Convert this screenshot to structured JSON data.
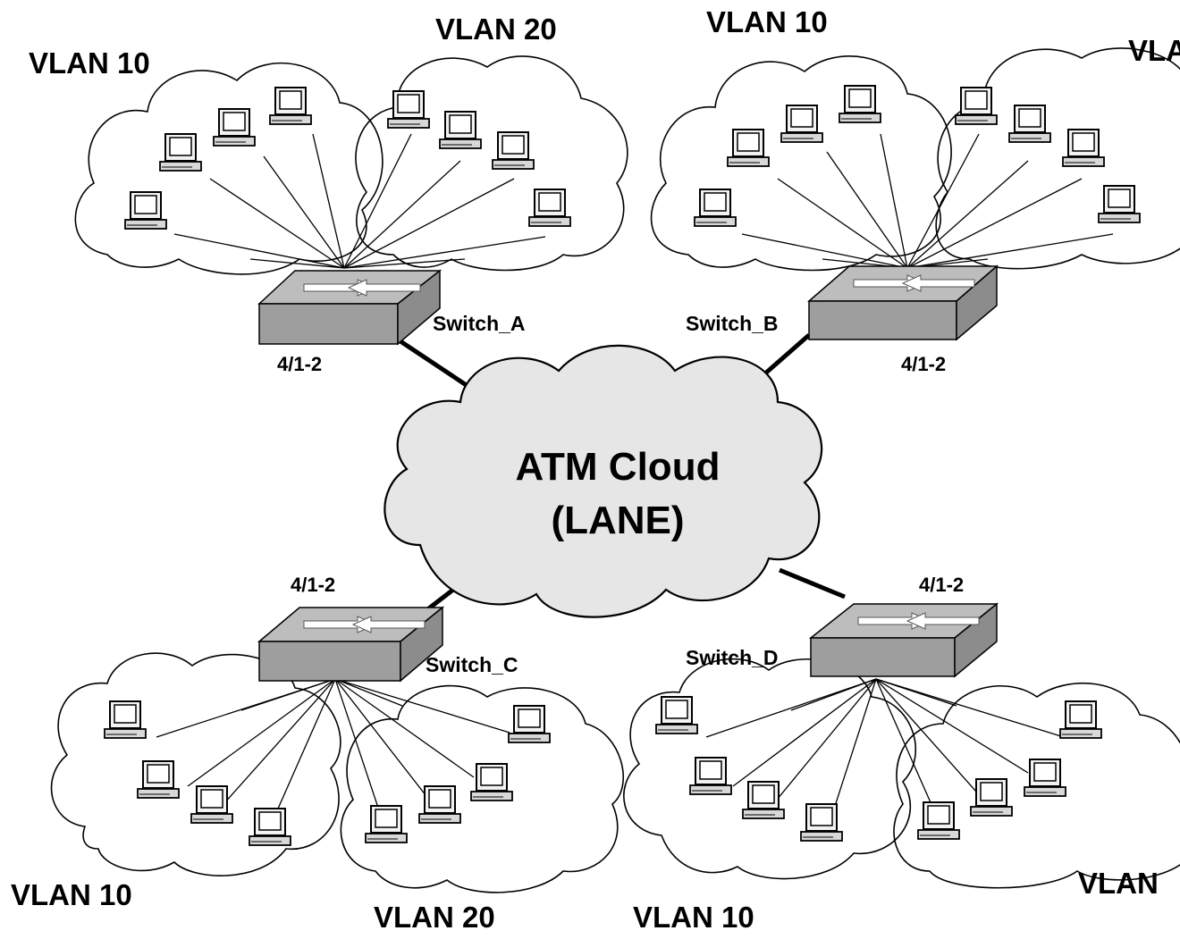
{
  "core": {
    "line1": "ATM Cloud",
    "line2": "(LANE)"
  },
  "switches": [
    {
      "id": "a",
      "name": "Switch_A",
      "port": "4/1-2"
    },
    {
      "id": "b",
      "name": "Switch_B",
      "port": "4/1-2"
    },
    {
      "id": "c",
      "name": "Switch_C",
      "port": "4/1-2"
    },
    {
      "id": "d",
      "name": "Switch_D",
      "port": "4/1-2"
    }
  ],
  "vlans": [
    {
      "id": "a1",
      "label": "VLAN 10"
    },
    {
      "id": "a2",
      "label": "VLAN 20"
    },
    {
      "id": "b1",
      "label": "VLAN 10"
    },
    {
      "id": "b2",
      "label": "VLA"
    },
    {
      "id": "c1",
      "label": "VLAN 10"
    },
    {
      "id": "c2",
      "label": "VLAN 20"
    },
    {
      "id": "d1",
      "label": "VLAN 10"
    },
    {
      "id": "d2",
      "label": "VLAN"
    }
  ],
  "colors": {
    "cloud_fill": "#e6e6e6",
    "switch_top": "#b8b8b8",
    "switch_front": "#9e9e9e",
    "line": "#000000"
  }
}
